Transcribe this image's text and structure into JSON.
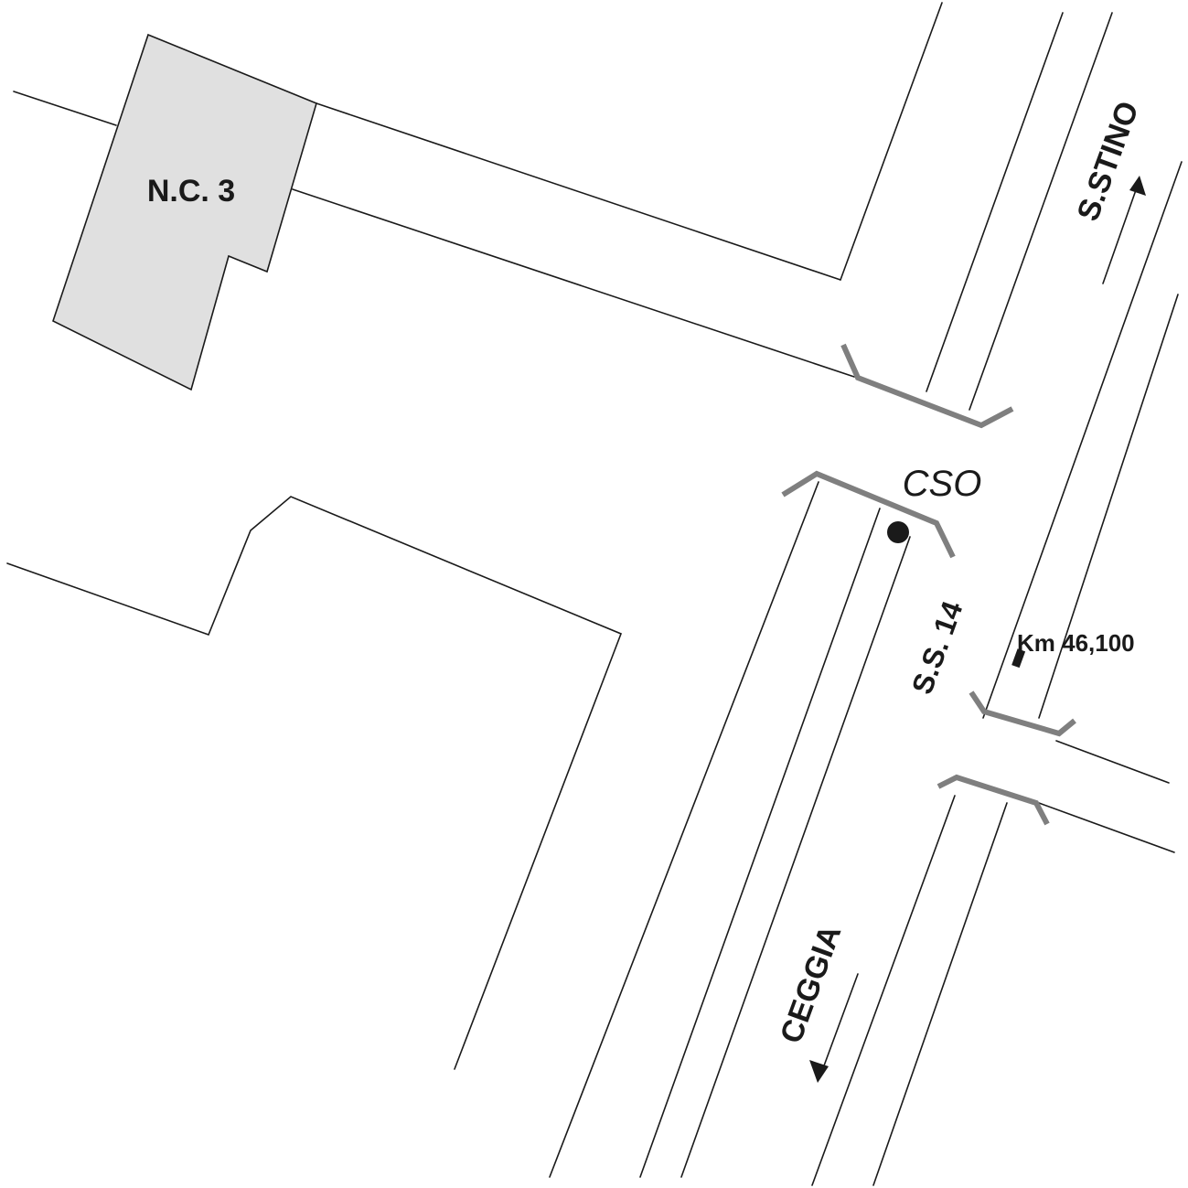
{
  "map": {
    "building_label": "N.C. 3",
    "station_label": "CSO",
    "road_label": "S.S. 14",
    "km_label": "Km 46,100",
    "north_direction_label": "S.STINO",
    "south_direction_label": "CEGGIA",
    "colors": {
      "building_fill": "#e0e0e0",
      "lines": "#1a1a1a",
      "curbs": "#7f7f7f",
      "background": "#ffffff"
    },
    "icons": {
      "station": "filled-circle-icon",
      "km_marker": "bar-icon",
      "direction_arrows": "arrow-icon"
    }
  }
}
